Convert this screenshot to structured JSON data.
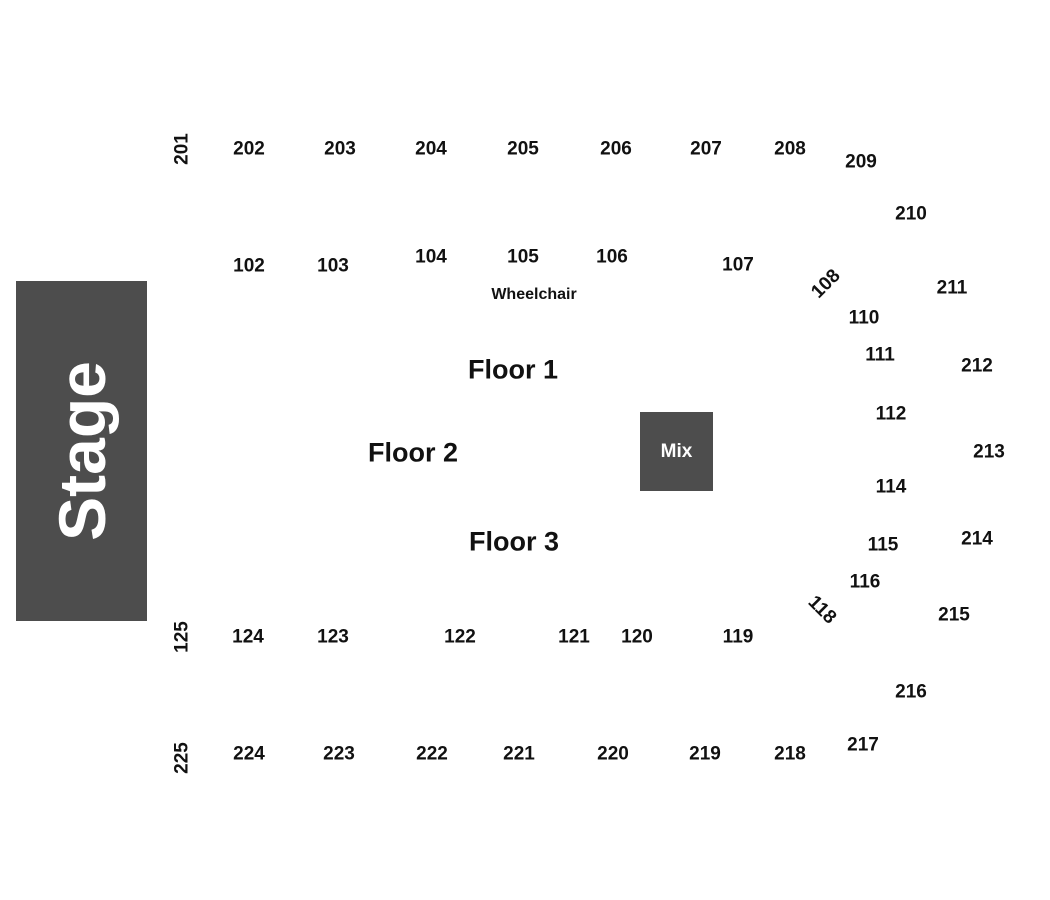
{
  "stage": {
    "label": "Stage"
  },
  "mix": {
    "label": "Mix"
  },
  "floors": {
    "f1": "Floor 1",
    "f2": "Floor 2",
    "f3": "Floor 3"
  },
  "notes": {
    "wheelchair": "Wheelchair"
  },
  "sections": {
    "s201": "201",
    "s202": "202",
    "s203": "203",
    "s204": "204",
    "s205": "205",
    "s206": "206",
    "s207": "207",
    "s208": "208",
    "s209": "209",
    "s210": "210",
    "s211": "211",
    "s212": "212",
    "s213": "213",
    "s214": "214",
    "s215": "215",
    "s216": "216",
    "s217": "217",
    "s218": "218",
    "s219": "219",
    "s220": "220",
    "s221": "221",
    "s222": "222",
    "s223": "223",
    "s224": "224",
    "s225": "225",
    "s102": "102",
    "s103": "103",
    "s104": "104",
    "s105": "105",
    "s106": "106",
    "s107": "107",
    "s108": "108",
    "s110": "110",
    "s111": "111",
    "s112": "112",
    "s114": "114",
    "s115": "115",
    "s116": "116",
    "s118": "118",
    "s119": "119",
    "s120": "120",
    "s121": "121",
    "s122": "122",
    "s123": "123",
    "s124": "124",
    "s125": "125"
  }
}
